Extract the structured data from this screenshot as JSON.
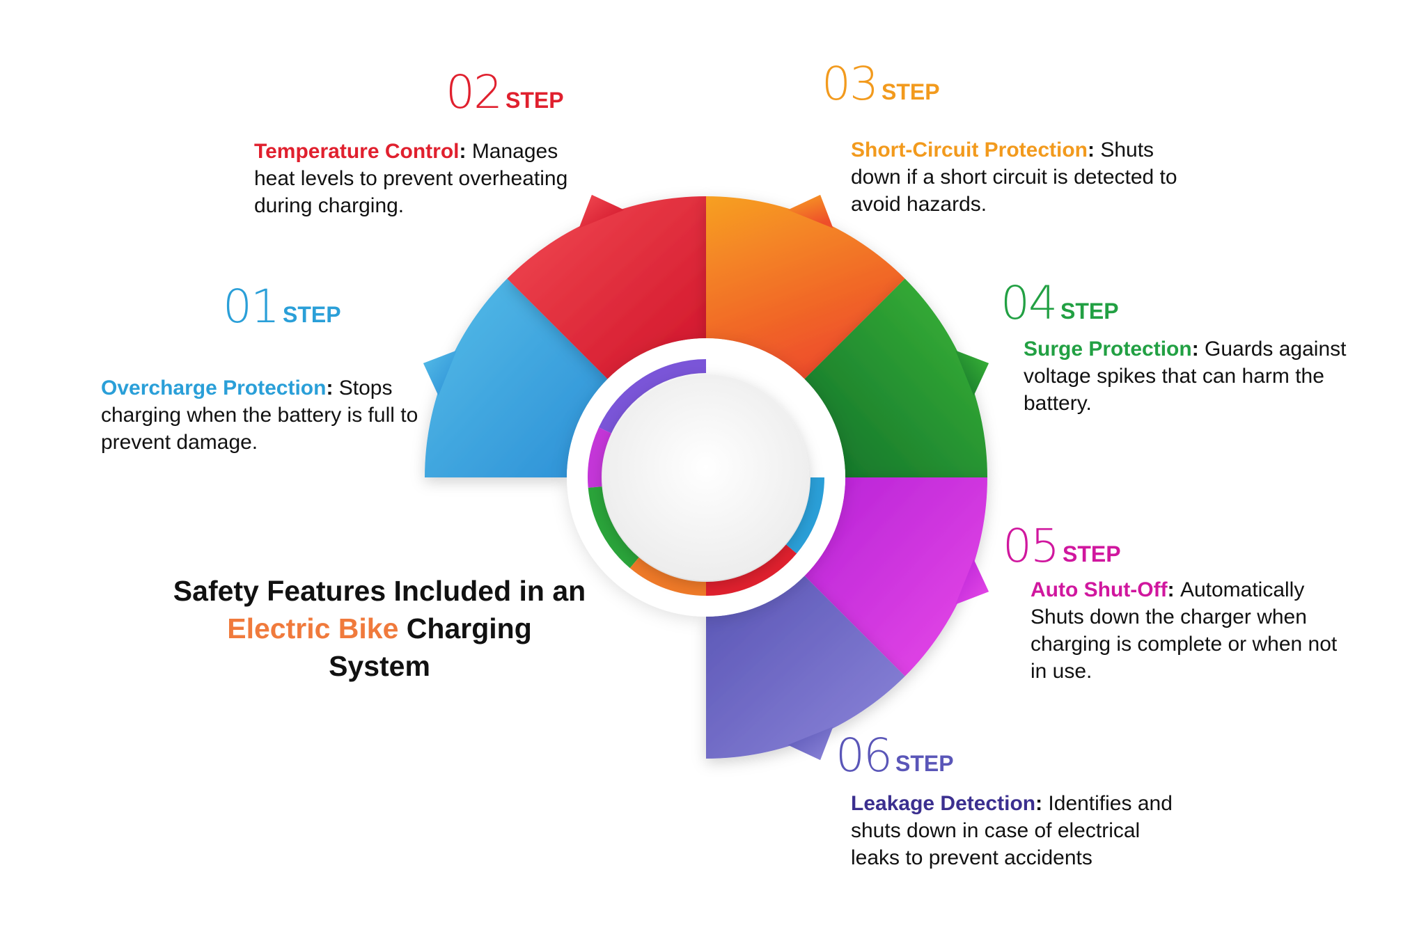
{
  "title": {
    "line1": "Safety Features Included in an",
    "accent": "Electric Bike",
    "line2_rest": " Charging",
    "line3": "System",
    "accent_color": "#f07a3c"
  },
  "steps": [
    {
      "number": "01",
      "word": "STEP",
      "title": "Overcharge Protection",
      "text": "Stops charging when the battery is full to prevent damage.",
      "color": "#2a9fd8",
      "segment": [
        "#56bde8",
        "#2b8fd6"
      ]
    },
    {
      "number": "02",
      "word": "STEP",
      "title": "Temperature Control",
      "text": "Manages heat levels to prevent overheating during charging.",
      "color": "#e0202e",
      "segment": [
        "#f0414a",
        "#d8182a"
      ]
    },
    {
      "number": "03",
      "word": "STEP",
      "title": "Short-Circuit Protection",
      "text": "Shuts down if a short circuit is detected to avoid hazards.",
      "color": "#f29a1d",
      "segment": [
        "#f7a023",
        "#ee5a2a"
      ]
    },
    {
      "number": "04",
      "word": "STEP",
      "title": "Surge Protection",
      "text": "Guards against voltage spikes that can harm the battery.",
      "color": "#22a043",
      "segment": [
        "#36b13a",
        "#167a2a"
      ]
    },
    {
      "number": "05",
      "word": "STEP",
      "title": "Auto Shut-Off",
      "text": "Automatically Shuts down the charger when charging is complete or when not in use.",
      "color": "#d0179e",
      "segment": [
        "#c12fd8",
        "#e446e6"
      ]
    },
    {
      "number": "06",
      "word": "STEP",
      "title": "Leakage Detection",
      "text": "Identifies and shuts down in case of electrical leaks to prevent accidents",
      "color": "#3b2f8f",
      "segment": [
        "#5a56b8",
        "#8a80d6"
      ]
    }
  ]
}
